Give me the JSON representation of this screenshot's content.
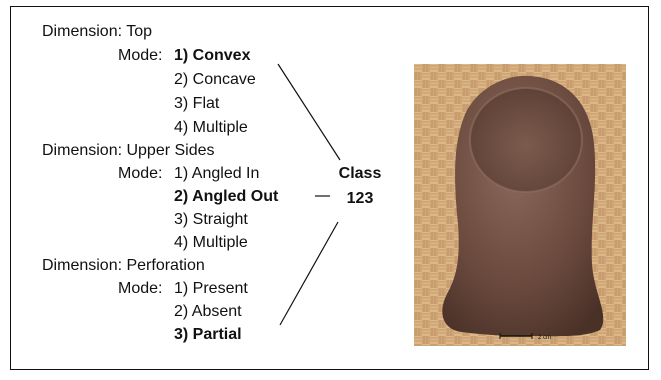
{
  "dimensions": [
    {
      "label": "Dimension: Top",
      "mode_prefix": "Mode:",
      "modes": [
        "1) Convex",
        "2) Concave",
        "3) Flat",
        "4) Multiple"
      ],
      "selected": 0
    },
    {
      "label": "Dimension: Upper Sides",
      "mode_prefix": "Mode:",
      "modes": [
        "1) Angled In",
        "2) Angled Out",
        "3) Straight",
        "4) Multiple"
      ],
      "selected": 1
    },
    {
      "label": "Dimension: Perforation",
      "mode_prefix": "Mode:",
      "modes": [
        "1) Present",
        "2) Absent",
        "3) Partial"
      ],
      "selected": 2
    }
  ],
  "class_label": "Class",
  "class_value": "123",
  "photo": {
    "scale_label": "2 cm",
    "background_color": "#cfa577",
    "artifact_color": "#6b4a3e"
  }
}
